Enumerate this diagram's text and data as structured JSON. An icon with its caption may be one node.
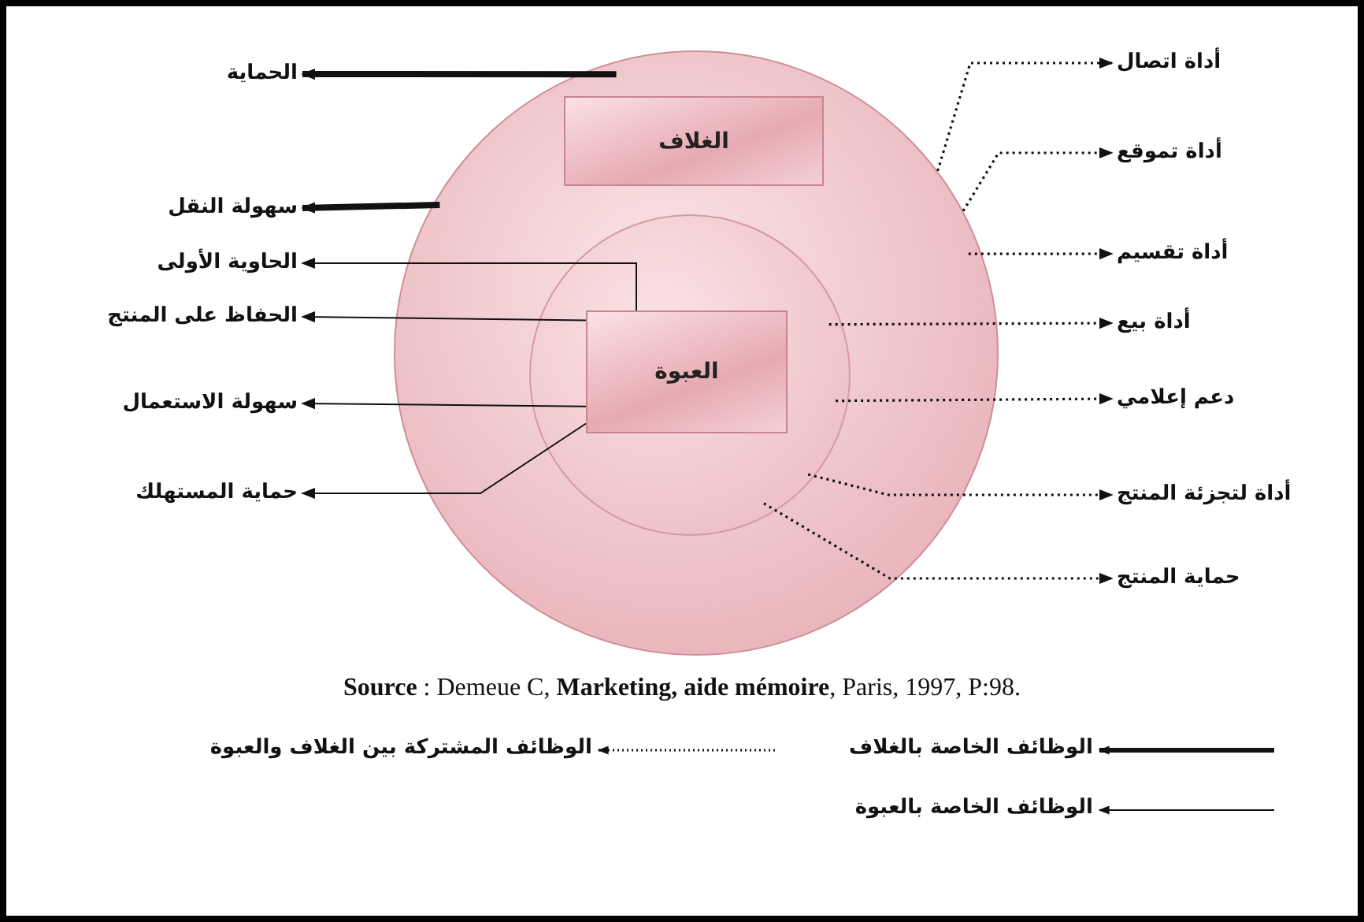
{
  "diagram": {
    "caption": "**Source** : Demeue C, **Marketing, aide mémoire**, Paris, 1997, P:98.",
    "nodes": [
      {
        "text": [],
        "shape": "circle"
      },
      {
        "text": [
          "الغلاف"
        ],
        "in": 0
      },
      {
        "text": [],
        "shape": "circle",
        "in": 0
      },
      {
        "text": [
          "العبوة"
        ],
        "in": 2
      },
      {
        "text": [
          "الحماية"
        ]
      },
      {
        "text": [
          "سهولة النقل"
        ]
      },
      {
        "text": [
          "الحاوية الأولى"
        ]
      },
      {
        "text": [
          "الحفاظ على المنتج"
        ]
      },
      {
        "text": [
          "سهولة الاستعمال"
        ]
      },
      {
        "text": [
          "حماية المستهلك"
        ]
      },
      {
        "text": [
          "أداة اتصال"
        ]
      },
      {
        "text": [
          "أداة تموقع"
        ]
      },
      {
        "text": [
          "أداة تقسيم"
        ]
      },
      {
        "text": [
          "أداة بيع"
        ]
      },
      {
        "text": [
          "دعم إعلامي"
        ]
      },
      {
        "text": [
          "أداة لتجزئة المنتج"
        ]
      },
      {
        "text": [
          "حماية المنتج"
        ]
      }
    ],
    "edges": [
      {
        "from": 0,
        "to": 4,
        "arrow": "to",
        "style": "thick"
      },
      {
        "from": 0,
        "to": 5,
        "arrow": "to",
        "style": "thick"
      },
      {
        "from": 3,
        "to": 6,
        "arrow": "to"
      },
      {
        "from": 3,
        "to": 7,
        "arrow": "to"
      },
      {
        "from": 3,
        "to": 8,
        "arrow": "to"
      },
      {
        "from": 3,
        "to": 9,
        "arrow": "to"
      },
      {
        "from": 0,
        "to": 10,
        "arrow": "to",
        "style": "dashed"
      },
      {
        "from": 0,
        "to": 11,
        "arrow": "to",
        "style": "dashed"
      },
      {
        "from": 0,
        "to": 12,
        "arrow": "to",
        "style": "dashed"
      },
      {
        "from": 2,
        "to": 13,
        "arrow": "to",
        "style": "dashed"
      },
      {
        "from": 2,
        "to": 14,
        "arrow": "to",
        "style": "dashed"
      },
      {
        "from": 2,
        "to": 15,
        "arrow": "to",
        "style": "dashed"
      },
      {
        "from": 2,
        "to": 16,
        "arrow": "to",
        "style": "dashed"
      }
    ],
    "legend": [
      {
        "text": "الوظائف الخاصة بالغلاف"
      },
      {
        "text": "الوظائف المشتركة بين الغلاف والعبوة"
      },
      {
        "text": "الوظائف الخاصة بالعبوة"
      }
    ]
  }
}
